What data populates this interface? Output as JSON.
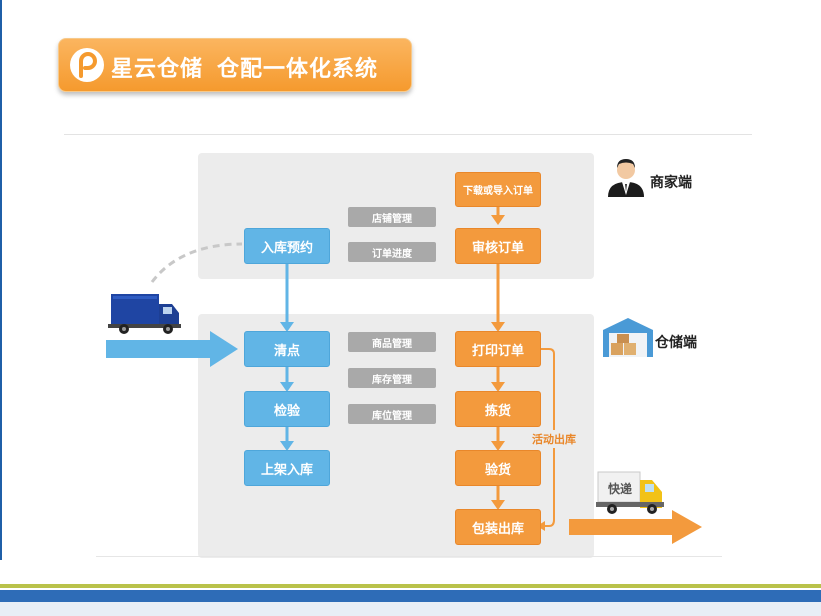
{
  "header": {
    "brand": "星云仓储",
    "subtitle": "仓配一体化系统",
    "accent_color": "#f59a2e"
  },
  "roles": {
    "merchant": "商家端",
    "warehouse": "仓储端"
  },
  "inbound_flow": [
    "入库预约",
    "清点",
    "检验",
    "上架入库"
  ],
  "outbound_flow": [
    "下载或导入订单",
    "审核订单",
    "打印订单",
    "拣货",
    "验货",
    "包装出库"
  ],
  "merchant_tools": [
    "店铺管理",
    "订单进度"
  ],
  "warehouse_tools": [
    "商品管理",
    "库存管理",
    "库位管理"
  ],
  "active_outbound_label": "活动出库",
  "courier_label": "快递",
  "colors": {
    "inbound": "#61b5e6",
    "outbound": "#f39a3d",
    "tool": "#a9a9a9",
    "panel": "#ececec"
  },
  "icons": {
    "logo": "pin-logo-icon",
    "merchant": "businessman-icon",
    "warehouse": "warehouse-icon",
    "inbound_truck": "blue-truck-icon",
    "courier_truck": "courier-truck-icon"
  }
}
